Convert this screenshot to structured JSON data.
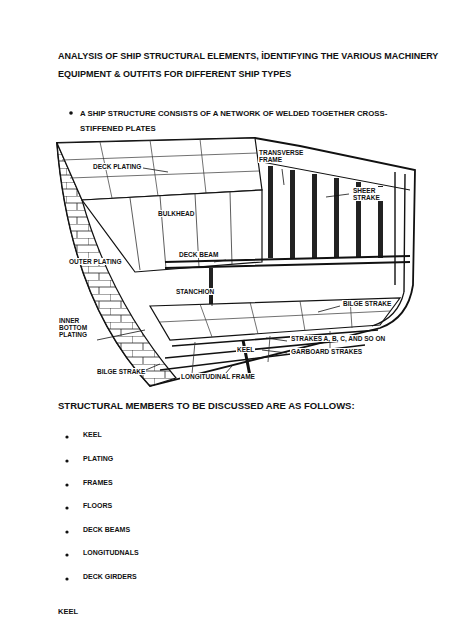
{
  "diagram": {
    "title": "ANALYSIS OF SHIP STRUCTURAL ELEMENTS, İDENTIFYING THE VARIOUS MACHINERY EQUIPMENT & OUTFITS FOR DIFFERENT SHIP TYPES",
    "labels": [
      "A SHIP STRUCTURE CONSISTS OF A NETWORK OF WELDED TOGETHER CROSS-STIFFENED PLATES",
      "DECK PLATING",
      "TRANSVERSE FRAME",
      "SHEER STRAKE",
      "BULKHEAD",
      "DECK BEAM",
      "OUTER PLATING",
      "STANCHION",
      "BILGE STRAKE",
      "INNER BOTTOM PLATING",
      "STRAKES A, B, C, AND SO ON",
      "GARBOARD STRAKES",
      "KEEL",
      "BILGE STRAKE",
      "LONGITUDINAL FRAME",
      "STRUCTURAL MEMBERS TO BE DISCUSSED ARE AS FOLLOWS:",
      "KEEL",
      "PLATING",
      "FRAMES",
      "FLOORS",
      "DECK BEAMS",
      "LONGITUDNALS",
      "DECK GIRDERS",
      "KEEL"
    ]
  }
}
